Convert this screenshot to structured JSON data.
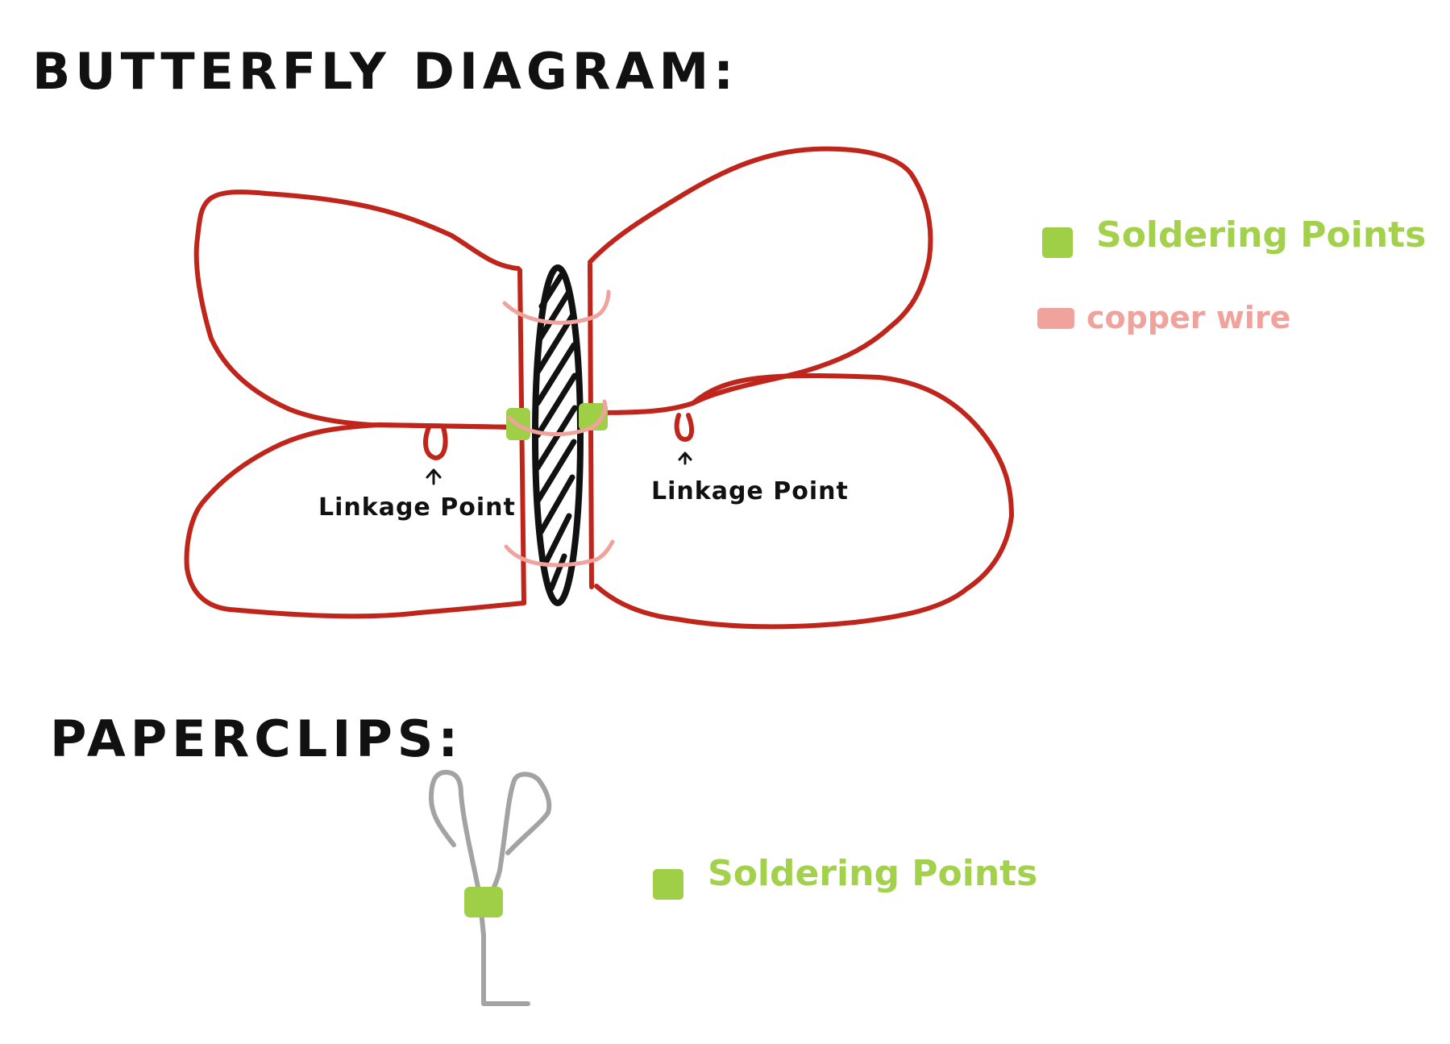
{
  "butterfly": {
    "title": "BUTTERFLY DIAGRAM:",
    "linkage_left": "Linkage Point",
    "linkage_right": "Linkage Point",
    "legend": [
      {
        "label": "Soldering Points",
        "color": "#9fcf46"
      },
      {
        "label": "copper wire",
        "color": "#f0a29c"
      }
    ]
  },
  "paperclips": {
    "title": "PAPERCLIPS:",
    "legend": [
      {
        "label": "Soldering Points",
        "color": "#9fcf46"
      }
    ]
  },
  "colors": {
    "wing_outline": "#c0251c",
    "body": "#111111",
    "solder": "#9fcf46",
    "copper": "#f0a29c",
    "paperclip": "#a3a3a3"
  }
}
